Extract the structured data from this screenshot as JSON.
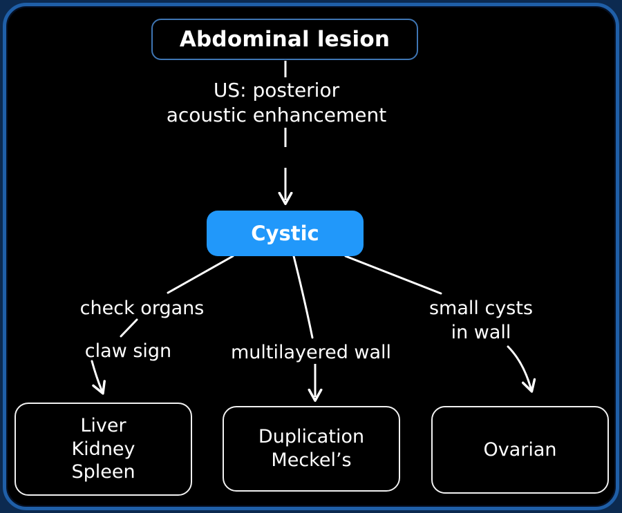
{
  "diagram": {
    "title": "Abdominal lesion",
    "theme": {
      "outer_background": "#0c2a50",
      "frame_border": "#1f5fa8",
      "slide_background": "#000000",
      "accent_node": "#2198fa",
      "root_border": "#3f76b4",
      "leaf_border": "#f2f2f2",
      "text": "#ffffff",
      "connector": "#ffffff"
    },
    "nodes": {
      "root": {
        "label": "Abdominal lesion"
      },
      "cystic": {
        "label": "Cystic"
      },
      "liver": {
        "label": "Liver\nKidney\nSpleen"
      },
      "duplication": {
        "label": "Duplication\nMeckel’s"
      },
      "ovarian": {
        "label": "Ovarian"
      }
    },
    "edge_labels": {
      "us_finding": "US: posterior\nacoustic enhancement",
      "check_organs": "check organs",
      "claw_sign": "claw sign",
      "multilayered_wall": "multilayered wall",
      "small_cysts_in_wall": "small cysts\nin wall"
    }
  }
}
